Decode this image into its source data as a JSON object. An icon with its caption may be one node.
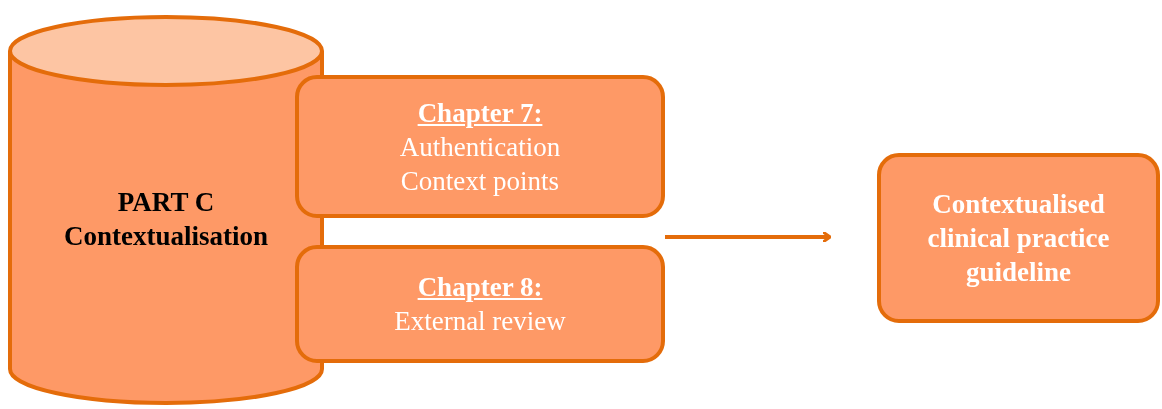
{
  "diagram": {
    "nodes": [
      {
        "text": [
          "PART C Contextualisation"
        ]
      },
      {
        "text": [
          "Chapter 7:",
          "Authentication",
          "Context points"
        ]
      },
      {
        "text": [
          "Chapter 8:",
          "External review"
        ]
      },
      {
        "text": [
          "Contextualised clinical practice guideline"
        ]
      }
    ],
    "edges": [
      {
        "from": 2,
        "to": 3,
        "arrow": "to"
      }
    ]
  }
}
